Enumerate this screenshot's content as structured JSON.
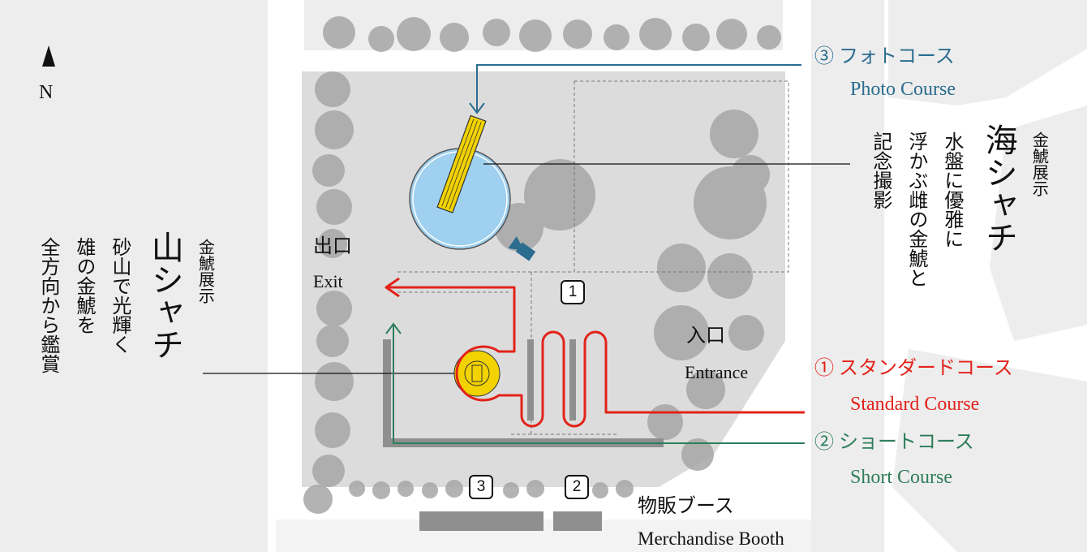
{
  "colors": {
    "standard": "#e2231a",
    "short": "#2e7d5b",
    "photo": "#2a6d8f",
    "water": "#9fd0ef",
    "gold": "#f2d200",
    "ground": "#dedede",
    "surround": "#ededed",
    "tree": "#9a9a9a",
    "structure": "#8c8c8c"
  },
  "north": {
    "label": "N"
  },
  "exhibits": {
    "umi": {
      "tag": "金鯱展示",
      "title": "海シャチ",
      "desc_1": "水盤に優雅に",
      "desc_2": "浮かぶ雌の金鯱と",
      "desc_3": "記念撮影"
    },
    "yama": {
      "tag": "金鯱展示",
      "title": "山シャチ",
      "desc_1": "砂山で光輝く",
      "desc_2": "雄の金鯱を",
      "desc_3": "全方向から鑑賞"
    }
  },
  "courses": {
    "photo": {
      "jp": "③ フォトコース",
      "en": "Photo Course"
    },
    "standard": {
      "jp": "① スタンダードコース",
      "en": "Standard Course"
    },
    "short": {
      "jp": "② ショートコース",
      "en": "Short Course"
    }
  },
  "places": {
    "exit": {
      "jp": "出口",
      "en": "Exit"
    },
    "entrance": {
      "jp": "入口",
      "en": "Entrance"
    },
    "booth": {
      "jp": "物販ブース",
      "en": "Merchandise Booth"
    }
  },
  "markers": {
    "m1": "1",
    "m2": "2",
    "m3": "3"
  }
}
